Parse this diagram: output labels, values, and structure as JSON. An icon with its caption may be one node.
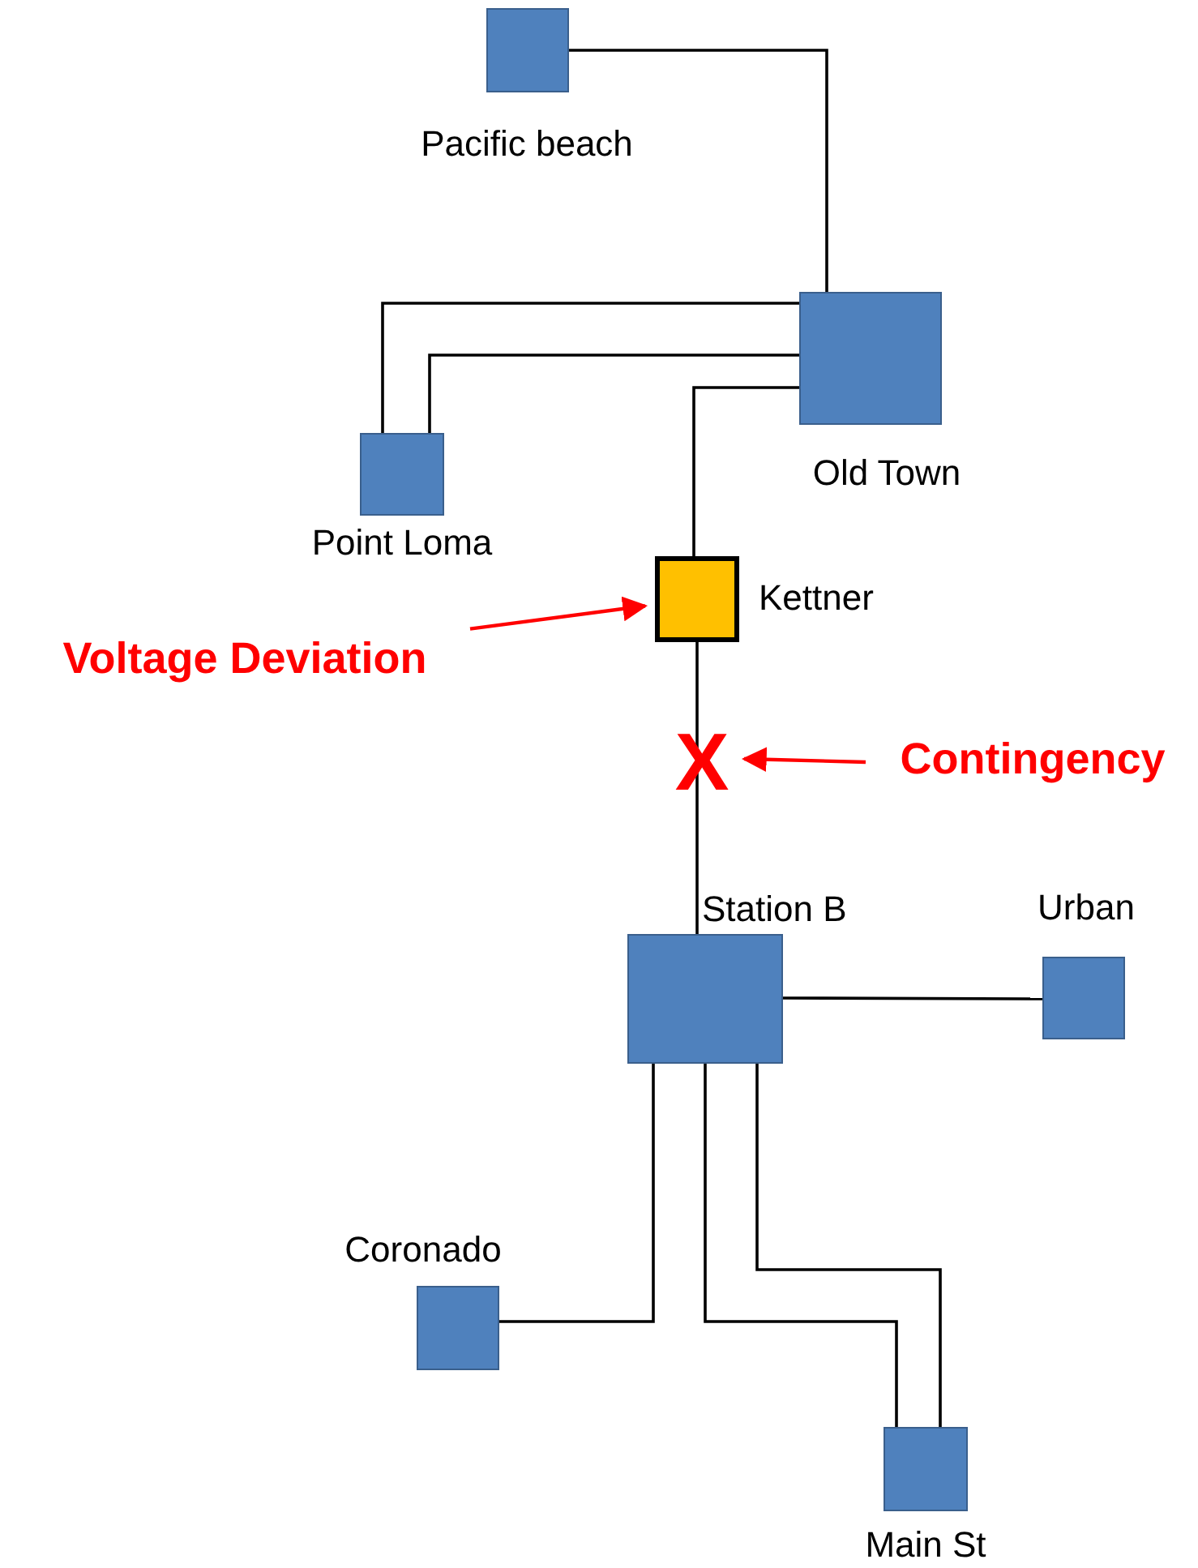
{
  "diagram": {
    "nodes": [
      {
        "text": [
          "Pacific beach"
        ]
      },
      {
        "text": [
          "Old Town"
        ]
      },
      {
        "text": [
          "Point Loma"
        ]
      },
      {
        "text": [
          "Kettner"
        ]
      },
      {
        "text": [
          "Voltage Deviation"
        ]
      },
      {
        "text": [
          "X"
        ]
      },
      {
        "text": [
          "Contingency"
        ]
      },
      {
        "text": [
          "Station B"
        ]
      },
      {
        "text": [
          "Urban"
        ]
      },
      {
        "text": [
          "Coronado"
        ]
      },
      {
        "text": [
          "Main St"
        ]
      }
    ],
    "edges": [
      {
        "from": 0,
        "to": 1,
        "arrow": "none"
      },
      {
        "from": 1,
        "to": 2,
        "arrow": "none"
      },
      {
        "from": 1,
        "to": 2,
        "arrow": "none"
      },
      {
        "from": 1,
        "to": 3,
        "arrow": "none"
      },
      {
        "from": 3,
        "to": 7,
        "arrow": "none"
      },
      {
        "from": 4,
        "to": 3,
        "arrow": "to",
        "color": "#ff0000"
      },
      {
        "from": 6,
        "to": 5,
        "arrow": "to",
        "color": "#ff0000"
      },
      {
        "from": 7,
        "to": 8,
        "arrow": "none"
      },
      {
        "from": 7,
        "to": 9,
        "arrow": "none"
      },
      {
        "from": 7,
        "to": 10,
        "arrow": "none"
      },
      {
        "from": 7,
        "to": 10,
        "arrow": "none"
      }
    ]
  }
}
